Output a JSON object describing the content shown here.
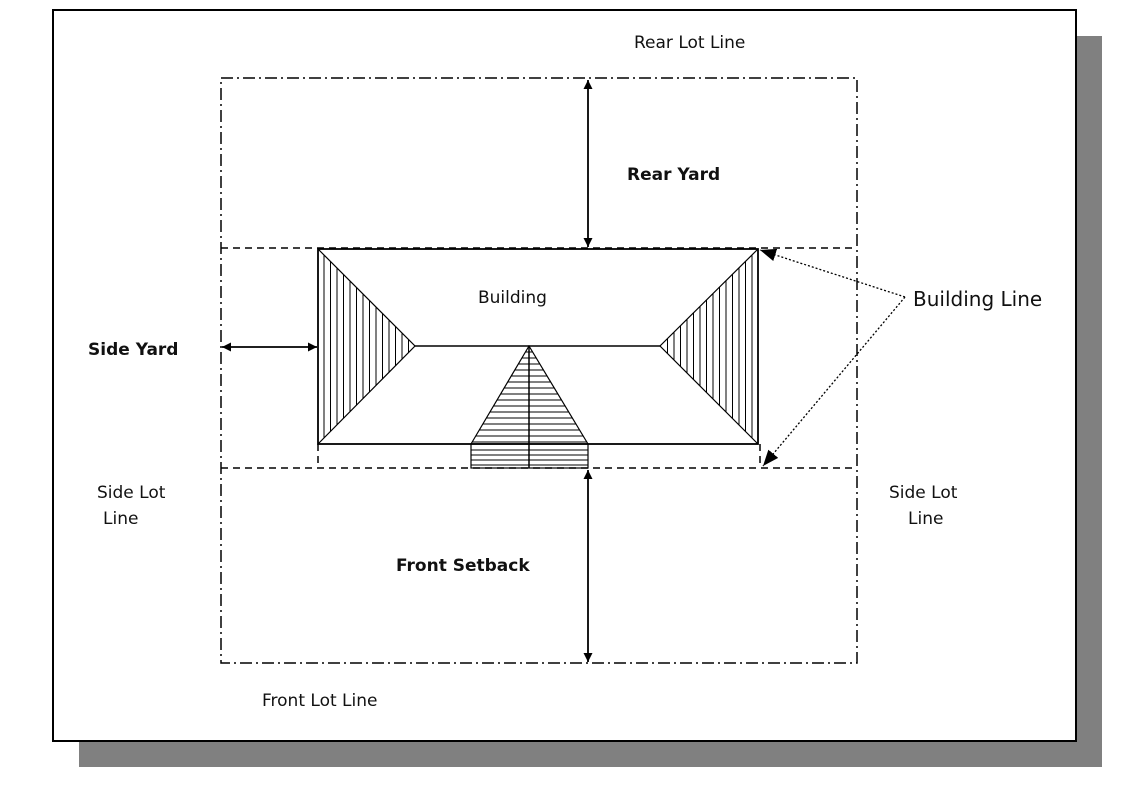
{
  "diagram": {
    "labels": {
      "rear_lot_line": "Rear Lot Line",
      "rear_yard": "Rear Yard",
      "building": "Building",
      "building_line": "Building Line",
      "side_yard": "Side Yard",
      "side_lot_line_left_1": "Side Lot",
      "side_lot_line_left_2": "Line",
      "side_lot_line_right_1": "Side Lot",
      "side_lot_line_right_2": "Line",
      "front_setback": "Front Setback",
      "front_lot_line": "Front Lot Line"
    },
    "colors": {
      "line": "#000000",
      "shadow": "#808080",
      "background": "#ffffff"
    }
  }
}
